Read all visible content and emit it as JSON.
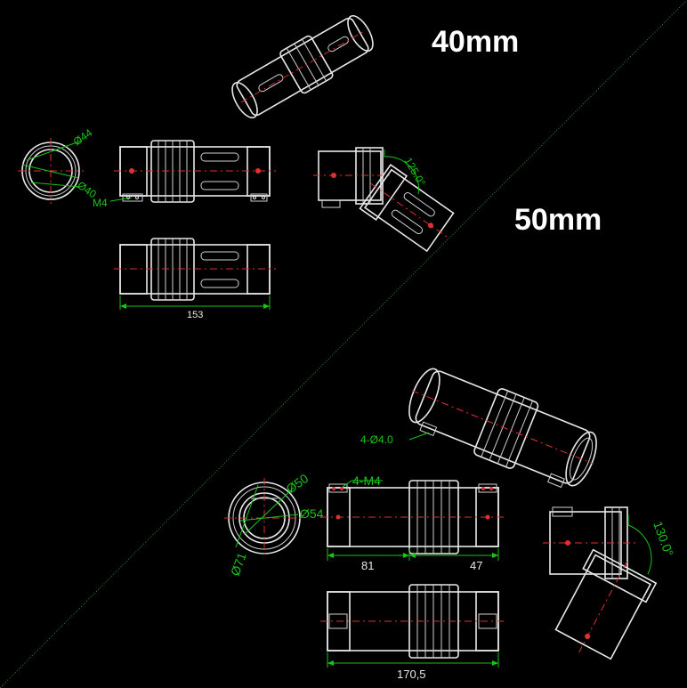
{
  "headings": {
    "top": "40mm",
    "bottom": "50mm"
  },
  "labels_40mm": {
    "outer_dia": "Ø44",
    "inner_dia": "Ø40",
    "thread": "M4",
    "angle": "125.0°",
    "length": "153"
  },
  "labels_50mm": {
    "holes": "4-Ø4.0",
    "inner_dia": "Ø50",
    "mid_dia": "Ø54",
    "outer_dia": "Ø71",
    "threads": "4-M4",
    "length_left": "81",
    "length_right": "47",
    "angle": "130.0°",
    "length": "170,5"
  },
  "colors": {
    "background": "#000000",
    "outline": "#e8e8e8",
    "centerline": "#e03030",
    "dimension": "#19c419",
    "diagonal": "#3a8a3a"
  }
}
